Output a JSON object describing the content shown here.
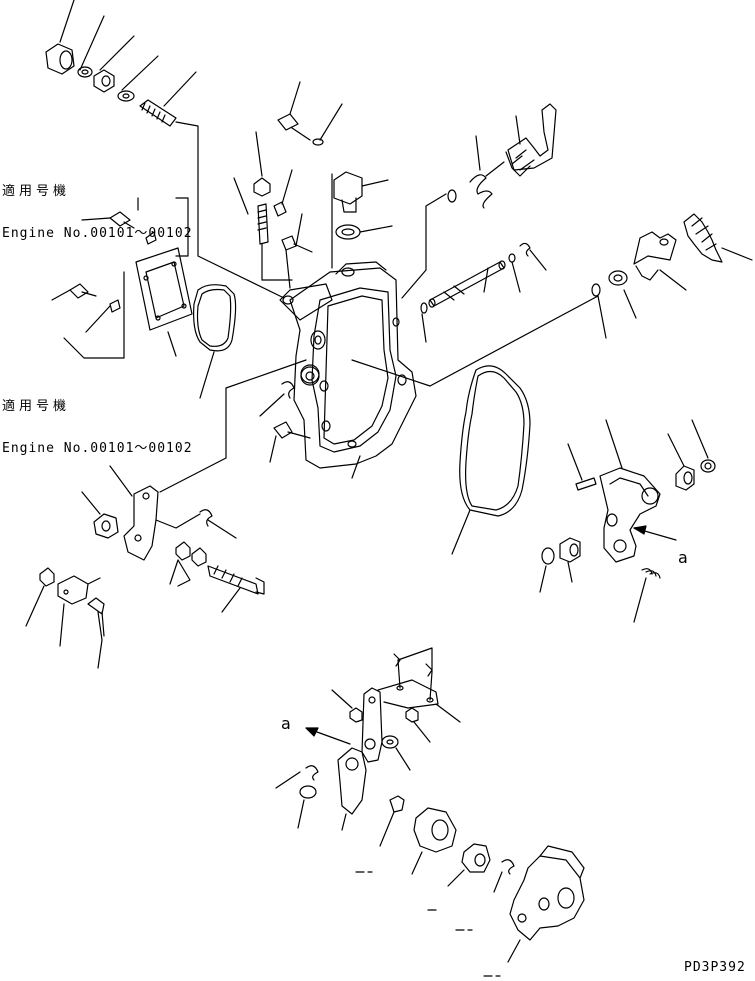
{
  "notes": {
    "applicability_top": {
      "title": "適用号機",
      "serial": "Engine No.00101～00102"
    },
    "applicability_bottom": {
      "title": "適用号機",
      "serial": "Engine No.00101～00102"
    }
  },
  "view_refs": {
    "right": "a",
    "lower": "a"
  },
  "figure_code": "PD3P392",
  "colors": {
    "line": "#000000",
    "background": "#ffffff"
  }
}
